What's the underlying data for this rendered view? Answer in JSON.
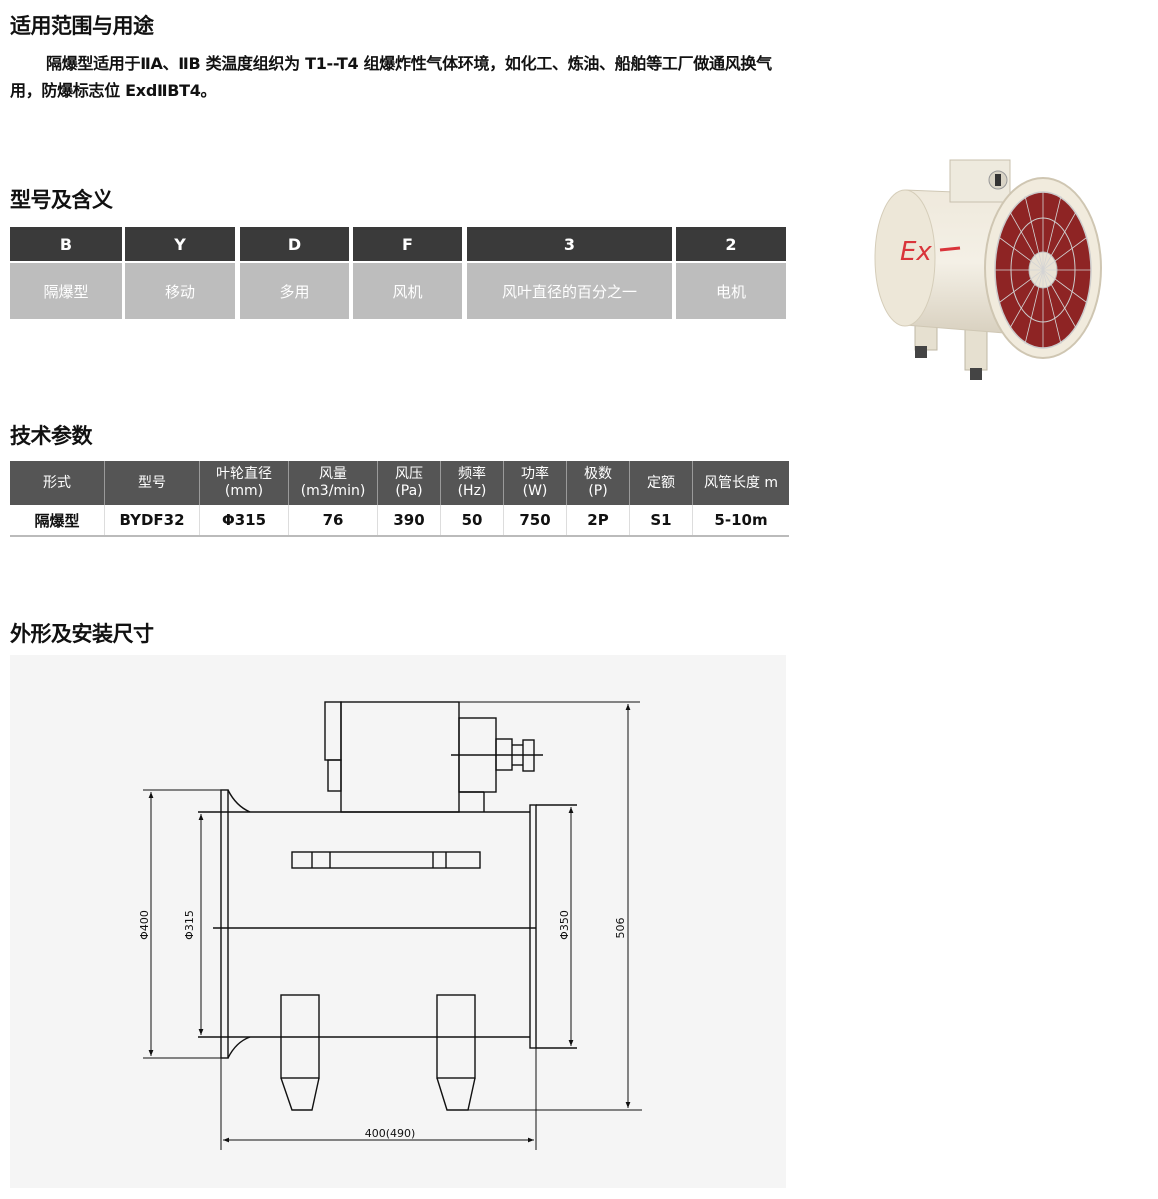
{
  "sections": {
    "usage": {
      "title": "适用范围与用途",
      "text": "隔爆型适用于ⅡA、ⅡB 类温度组织为 T1--T4 组爆炸性气体环境，如化工、炼油、船舶等工厂做通风换气用，防爆标志位 ExdⅡBT4。"
    },
    "model": {
      "title": "型号及含义",
      "codes": [
        "B",
        "Y",
        "D",
        "F",
        "3",
        "2"
      ],
      "meanings": [
        "隔爆型",
        "移动",
        "多用",
        "风机",
        "风叶直径的百分之一",
        "电机"
      ]
    },
    "specs": {
      "title": "技术参数",
      "headers": [
        [
          "形式"
        ],
        [
          "型号"
        ],
        [
          "叶轮直径",
          "(mm)"
        ],
        [
          "风量",
          "(m3/min)"
        ],
        [
          "风压",
          "(Pa)"
        ],
        [
          "频率",
          "(Hz)"
        ],
        [
          "功率",
          "(W)"
        ],
        [
          "极数",
          "(P)"
        ],
        [
          "定额"
        ],
        [
          "风管长度 m"
        ]
      ],
      "rows": [
        [
          "隔爆型",
          "BYDF32",
          "Φ315",
          "76",
          "390",
          "50",
          "750",
          "2P",
          "S1",
          "5-10m"
        ]
      ]
    },
    "dimensions": {
      "title": "外形及安装尺寸",
      "labels": {
        "outer_diameter": "Φ400",
        "impeller_diameter": "Φ315",
        "outlet_diameter": "Φ350",
        "height": "506",
        "length": "400(490)"
      }
    }
  },
  "product_photo": {
    "marking": "Ex"
  },
  "colors": {
    "header_dark": "#3a3a3a",
    "header_grey": "#555555",
    "body_grey": "#bdbdbd",
    "marking_red": "#d9343a"
  }
}
